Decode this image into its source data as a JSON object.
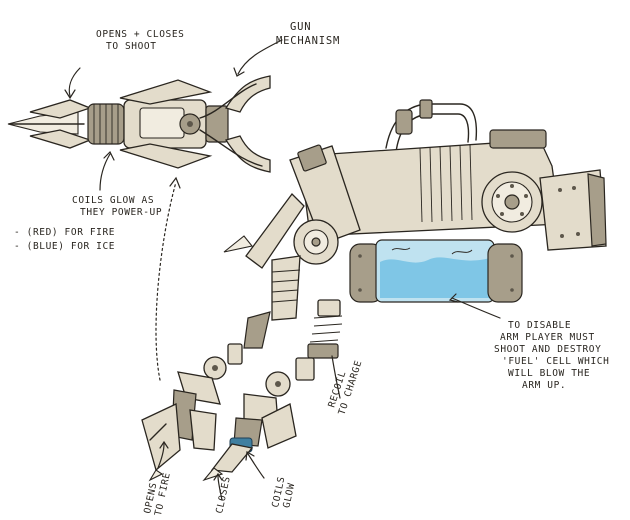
{
  "annotations": {
    "opens_closes": [
      "OPENS + CLOSES",
      "TO SHOOT"
    ],
    "gun_mechanism": [
      "GUN",
      "MECHANISM"
    ],
    "coils_glow": [
      "COILS GLOW AS",
      "THEY POWER-UP"
    ],
    "red_fire": "- (RED) FOR FIRE",
    "blue_ice": "- (BLUE) FOR ICE",
    "fuel_cell": [
      "TO DISABLE",
      "ARM PLAYER MUST",
      "SHOOT AND DESTROY",
      "'FUEL' CELL WHICH",
      "WILL BLOW THE",
      "ARM UP."
    ],
    "recoil": [
      "RECOIL",
      "TO CHARGE"
    ],
    "opens_to_fire": [
      "OPENS",
      "TO FIRE"
    ],
    "closes": "CLOSES",
    "coils_glow_short": [
      "COILS",
      "GLOW"
    ]
  },
  "colors": {
    "ink": "#2a2620",
    "metal": "#e3dccb",
    "fuel_blue": "#7fc6e6",
    "coil_blue": "#3f7fa0"
  }
}
